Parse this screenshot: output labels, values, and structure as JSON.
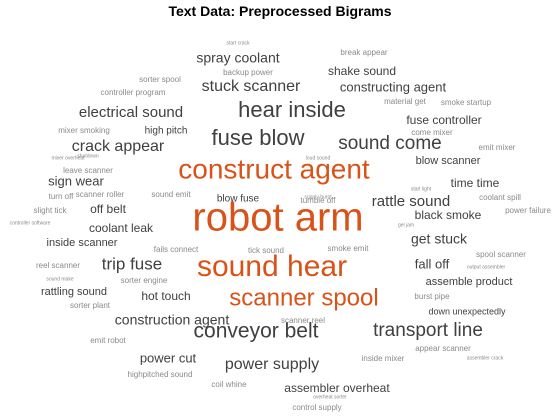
{
  "chart_data": {
    "type": "wordcloud",
    "title": "Text Data: Preprocessed Bigrams",
    "colors": {
      "highlight": "#D95319",
      "normal": "#404040",
      "light": "#8a8a8a"
    },
    "words": [
      {
        "text": "robot arm",
        "weight": 40,
        "highlight": true
      },
      {
        "text": "sound hear",
        "weight": 30,
        "highlight": true
      },
      {
        "text": "construct agent",
        "weight": 28,
        "highlight": true
      },
      {
        "text": "scanner spool",
        "weight": 24,
        "highlight": true
      },
      {
        "text": "fuse blow",
        "weight": 22
      },
      {
        "text": "hear inside",
        "weight": 22
      },
      {
        "text": "conveyor belt",
        "weight": 21
      },
      {
        "text": "sound come",
        "weight": 19
      },
      {
        "text": "transport line",
        "weight": 19
      },
      {
        "text": "trip fuse",
        "weight": 17
      },
      {
        "text": "crack appear",
        "weight": 16
      },
      {
        "text": "power supply",
        "weight": 16
      },
      {
        "text": "stuck scanner",
        "weight": 16
      },
      {
        "text": "electrical sound",
        "weight": 15
      },
      {
        "text": "rattle sound",
        "weight": 15
      },
      {
        "text": "spray coolant",
        "weight": 14
      },
      {
        "text": "construction agent",
        "weight": 14
      },
      {
        "text": "get stuck",
        "weight": 14
      },
      {
        "text": "sign wear",
        "weight": 13
      },
      {
        "text": "constructing agent",
        "weight": 13
      },
      {
        "text": "fall off",
        "weight": 13
      },
      {
        "text": "power cut",
        "weight": 13
      },
      {
        "text": "shake sound",
        "weight": 12
      },
      {
        "text": "fuse controller",
        "weight": 12
      },
      {
        "text": "time time",
        "weight": 12
      },
      {
        "text": "coolant leak",
        "weight": 12
      },
      {
        "text": "off belt",
        "weight": 12
      },
      {
        "text": "hot touch",
        "weight": 12
      },
      {
        "text": "black smoke",
        "weight": 12
      },
      {
        "text": "assembler overheat",
        "weight": 12
      },
      {
        "text": "blow scanner",
        "weight": 11
      },
      {
        "text": "inside scanner",
        "weight": 11
      },
      {
        "text": "rattling sound",
        "weight": 11
      },
      {
        "text": "assemble product",
        "weight": 11
      },
      {
        "text": "high pitch",
        "weight": 10
      },
      {
        "text": "blow fuse",
        "weight": 10
      },
      {
        "text": "down unexpectedly",
        "weight": 9
      },
      {
        "text": "break appear",
        "weight": 8
      },
      {
        "text": "sorter spool",
        "weight": 8
      },
      {
        "text": "controller program",
        "weight": 8
      },
      {
        "text": "backup power",
        "weight": 8
      },
      {
        "text": "material get",
        "weight": 8
      },
      {
        "text": "smoke startup",
        "weight": 8
      },
      {
        "text": "mixer smoking",
        "weight": 8
      },
      {
        "text": "come mixer",
        "weight": 8
      },
      {
        "text": "emit mixer",
        "weight": 8
      },
      {
        "text": "leave scanner",
        "weight": 8
      },
      {
        "text": "turn off",
        "weight": 8
      },
      {
        "text": "scanner roller",
        "weight": 8
      },
      {
        "text": "sound emit",
        "weight": 8
      },
      {
        "text": "slight tick",
        "weight": 8
      },
      {
        "text": "tumble off",
        "weight": 8
      },
      {
        "text": "coolant spill",
        "weight": 8
      },
      {
        "text": "power failure",
        "weight": 8
      },
      {
        "text": "tick sound",
        "weight": 8
      },
      {
        "text": "smoke emit",
        "weight": 8
      },
      {
        "text": "fails connect",
        "weight": 8
      },
      {
        "text": "reel scanner",
        "weight": 8
      },
      {
        "text": "spool scanner",
        "weight": 8
      },
      {
        "text": "sorter engine",
        "weight": 8
      },
      {
        "text": "burst pipe",
        "weight": 8
      },
      {
        "text": "sorter plant",
        "weight": 8
      },
      {
        "text": "scanner reel",
        "weight": 8
      },
      {
        "text": "emit robot",
        "weight": 8
      },
      {
        "text": "appear scanner",
        "weight": 8
      },
      {
        "text": "inside mixer",
        "weight": 8
      },
      {
        "text": "highpitched sound",
        "weight": 8
      },
      {
        "text": "coil whine",
        "weight": 8
      },
      {
        "text": "control supply",
        "weight": 8
      },
      {
        "text": "start crack",
        "weight": 5
      },
      {
        "text": "mixer overheat",
        "weight": 5
      },
      {
        "text": "shutdown",
        "weight": 5
      },
      {
        "text": "supply burnt",
        "weight": 5
      },
      {
        "text": "loud sound",
        "weight": 5
      },
      {
        "text": "controller software",
        "weight": 5
      },
      {
        "text": "sound make",
        "weight": 5
      },
      {
        "text": "gel jam",
        "weight": 5
      },
      {
        "text": "start light",
        "weight": 5
      },
      {
        "text": "output assembler",
        "weight": 5
      },
      {
        "text": "assembler crack",
        "weight": 5
      },
      {
        "text": "overheat sorter",
        "weight": 5
      }
    ]
  }
}
